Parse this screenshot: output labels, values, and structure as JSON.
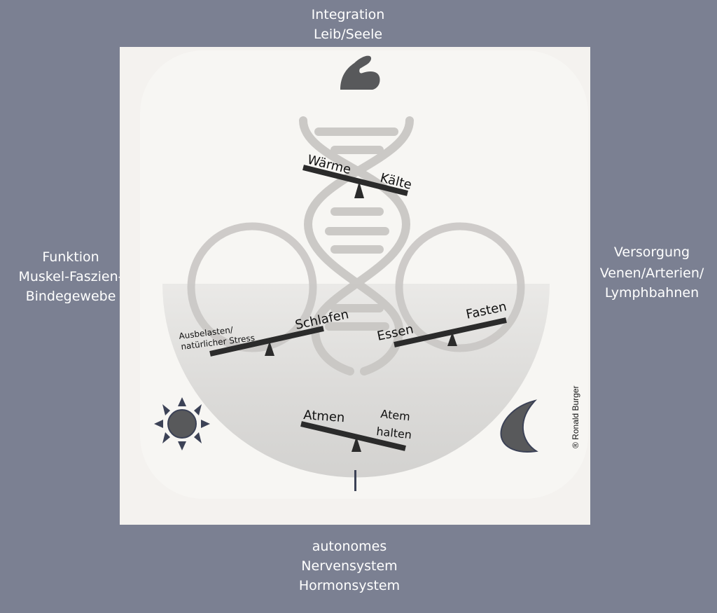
{
  "labels": {
    "top": [
      "Integration",
      "Leib/Seele"
    ],
    "left": [
      "Funktion",
      "Muskel-Faszien-",
      "Bindegewebe"
    ],
    "right": [
      "Versorgung",
      "Venen/Arterien/",
      "Lymphbahnen"
    ],
    "bottom": [
      "autonomes",
      "Nervensystem",
      "Hormonsystem"
    ]
  },
  "scales": {
    "top": {
      "left": "Wärme",
      "right": "Kälte"
    },
    "left": {
      "left_line1": "Ausbelasten/",
      "left_line2": "natürlicher Stress",
      "right": "Schlafen"
    },
    "right": {
      "left": "Essen",
      "right": "Fasten"
    },
    "bottom": {
      "left": "Atmen",
      "right_line1": "Atem",
      "right_line2": "halten"
    }
  },
  "copyright": "® Ronald Burger",
  "icons": {
    "top": "flexed-arm-icon",
    "left": "sun-icon",
    "right": "moon-icon",
    "center": "dna-helix-icon"
  },
  "colors": {
    "background": "#7b8092",
    "panel": "#f4f2ef",
    "helix": "#c9c7c4",
    "icon": "#58595b",
    "beam": "#2b2b2b"
  }
}
